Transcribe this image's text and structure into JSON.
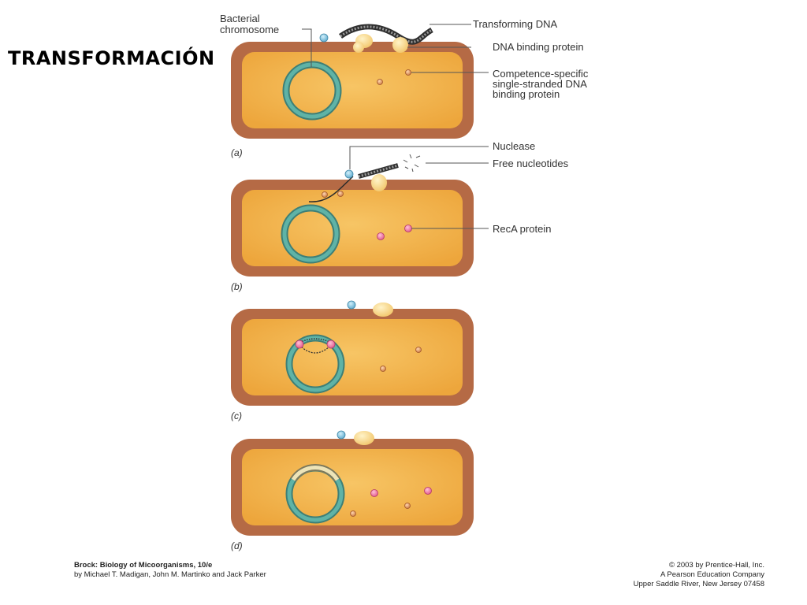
{
  "title": "TRANSFORMACIÓN",
  "labels": {
    "bacterial_chromosome_line1": "Bacterial",
    "bacterial_chromosome_line2": "chromosome",
    "transforming_dna": "Transforming DNA",
    "dna_binding_protein": "DNA binding protein",
    "competence_line1": "Competence-specific",
    "competence_line2": "single-stranded DNA",
    "competence_line3": "binding protein",
    "nuclease": "Nuclease",
    "free_nucleotides": "Free nucleotides",
    "reca_protein": "RecA protein"
  },
  "panels": [
    "(a)",
    "(b)",
    "(c)",
    "(d)"
  ],
  "credits": {
    "left_line1_bold": "Brock: Biology of Micoorganisms, 10/e",
    "left_line2": "by Michael T. Madigan, John M. Martinko and Jack Parker",
    "right_line1": "© 2003 by Prentice-Hall, Inc.",
    "right_line2": "A Pearson Education Company",
    "right_line3": "Upper Saddle River, New Jersey 07458"
  },
  "colors": {
    "cell_wall": "#B56A45",
    "cytoplasm": "#F2B24A",
    "chromosome": "#4C9E92",
    "protein_yellow": "#F6D68A",
    "nuclease_blue": "#6FB7D6",
    "reca_pink": "#E56A9A",
    "ss_protein": "#D9884F"
  }
}
